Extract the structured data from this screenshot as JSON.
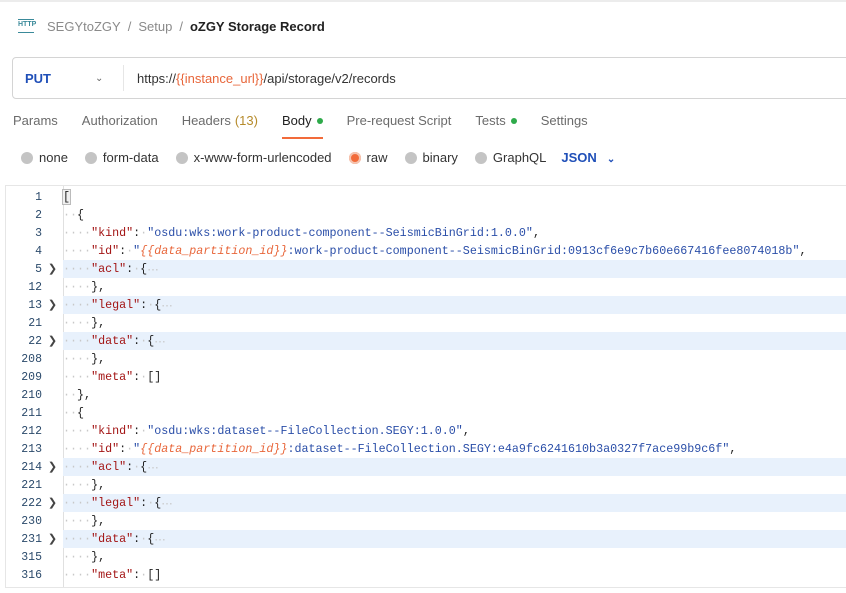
{
  "breadcrumb": {
    "icon": "http-icon",
    "icon_text": "HTTP",
    "items": [
      "SEGYtoZGY",
      "Setup"
    ],
    "current": "oZGY Storage Record",
    "separator": "/"
  },
  "request": {
    "method": "PUT",
    "url_prefix": "https://",
    "url_var": "{{instance_url}}",
    "url_suffix": "/api/storage/v2/records"
  },
  "tabs": [
    {
      "label": "Params"
    },
    {
      "label": "Authorization"
    },
    {
      "label": "Headers",
      "count": "(13)"
    },
    {
      "label": "Body",
      "dot": true,
      "active": true
    },
    {
      "label": "Pre-request Script"
    },
    {
      "label": "Tests",
      "dot": true
    },
    {
      "label": "Settings"
    }
  ],
  "body_types": [
    {
      "label": "none"
    },
    {
      "label": "form-data"
    },
    {
      "label": "x-www-form-urlencoded"
    },
    {
      "label": "raw",
      "selected": true
    },
    {
      "label": "binary"
    },
    {
      "label": "GraphQL"
    }
  ],
  "format": "JSON",
  "colors": {
    "accent": "#f26b3a",
    "method": "#1f4fb8",
    "key": "#a31515",
    "string": "#2a4ea8",
    "variable": "#e8663a",
    "dot": "#2eaa4a"
  },
  "code_lines": [
    {
      "n": "1",
      "i": 0,
      "t": [
        [
          "br1",
          "["
        ]
      ]
    },
    {
      "n": "2",
      "i": 1,
      "t": [
        [
          "p",
          "{"
        ]
      ]
    },
    {
      "n": "3",
      "i": 2,
      "t": [
        [
          "k",
          "\"kind\""
        ],
        [
          "p",
          ":"
        ],
        [
          "ws",
          "·"
        ],
        [
          "s",
          "\"osdu:wks:work-product-component--SeismicBinGrid:1.0.0\""
        ],
        [
          "p",
          ","
        ]
      ]
    },
    {
      "n": "4",
      "i": 2,
      "t": [
        [
          "k",
          "\"id\""
        ],
        [
          "p",
          ":"
        ],
        [
          "ws",
          "·"
        ],
        [
          "s",
          "\""
        ],
        [
          "v",
          "{{data_partition_id}}"
        ],
        [
          "s",
          ":work-product-component--SeismicBinGrid:0913cf6e9c7b60e667416fee8074018b\""
        ],
        [
          "p",
          ","
        ]
      ]
    },
    {
      "n": "5",
      "i": 2,
      "f": true,
      "t": [
        [
          "k",
          "\"acl\""
        ],
        [
          "p",
          ":"
        ],
        [
          "ws",
          "·"
        ],
        [
          "p",
          "{"
        ],
        [
          "ws",
          "⋯"
        ]
      ]
    },
    {
      "n": "12",
      "i": 2,
      "t": [
        [
          "p",
          "},"
        ]
      ]
    },
    {
      "n": "13",
      "i": 2,
      "f": true,
      "t": [
        [
          "k",
          "\"legal\""
        ],
        [
          "p",
          ":"
        ],
        [
          "ws",
          "·"
        ],
        [
          "p",
          "{"
        ],
        [
          "ws",
          "⋯"
        ]
      ]
    },
    {
      "n": "21",
      "i": 2,
      "t": [
        [
          "p",
          "},"
        ]
      ]
    },
    {
      "n": "22",
      "i": 2,
      "f": true,
      "t": [
        [
          "k",
          "\"data\""
        ],
        [
          "p",
          ":"
        ],
        [
          "ws",
          "·"
        ],
        [
          "p",
          "{"
        ],
        [
          "ws",
          "⋯"
        ]
      ]
    },
    {
      "n": "208",
      "i": 2,
      "t": [
        [
          "p",
          "},"
        ]
      ]
    },
    {
      "n": "209",
      "i": 2,
      "t": [
        [
          "k",
          "\"meta\""
        ],
        [
          "p",
          ":"
        ],
        [
          "ws",
          "·"
        ],
        [
          "p",
          "[]"
        ]
      ]
    },
    {
      "n": "210",
      "i": 1,
      "t": [
        [
          "p",
          "},"
        ]
      ]
    },
    {
      "n": "211",
      "i": 1,
      "t": [
        [
          "p",
          "{"
        ]
      ]
    },
    {
      "n": "212",
      "i": 2,
      "t": [
        [
          "k",
          "\"kind\""
        ],
        [
          "p",
          ":"
        ],
        [
          "ws",
          "·"
        ],
        [
          "s",
          "\"osdu:wks:dataset--FileCollection.SEGY:1.0.0\""
        ],
        [
          "p",
          ","
        ]
      ]
    },
    {
      "n": "213",
      "i": 2,
      "t": [
        [
          "k",
          "\"id\""
        ],
        [
          "p",
          ":"
        ],
        [
          "ws",
          "·"
        ],
        [
          "s",
          "\""
        ],
        [
          "v",
          "{{data_partition_id}}"
        ],
        [
          "s",
          ":dataset--FileCollection.SEGY:e4a9fc6241610b3a0327f7ace99b9c6f\""
        ],
        [
          "p",
          ","
        ]
      ]
    },
    {
      "n": "214",
      "i": 2,
      "f": true,
      "t": [
        [
          "k",
          "\"acl\""
        ],
        [
          "p",
          ":"
        ],
        [
          "ws",
          "·"
        ],
        [
          "p",
          "{"
        ],
        [
          "ws",
          "⋯"
        ]
      ]
    },
    {
      "n": "221",
      "i": 2,
      "t": [
        [
          "p",
          "},"
        ]
      ]
    },
    {
      "n": "222",
      "i": 2,
      "f": true,
      "t": [
        [
          "k",
          "\"legal\""
        ],
        [
          "p",
          ":"
        ],
        [
          "ws",
          "·"
        ],
        [
          "p",
          "{"
        ],
        [
          "ws",
          "⋯"
        ]
      ]
    },
    {
      "n": "230",
      "i": 2,
      "t": [
        [
          "p",
          "},"
        ]
      ]
    },
    {
      "n": "231",
      "i": 2,
      "f": true,
      "t": [
        [
          "k",
          "\"data\""
        ],
        [
          "p",
          ":"
        ],
        [
          "ws",
          "·"
        ],
        [
          "p",
          "{"
        ],
        [
          "ws",
          "⋯"
        ]
      ]
    },
    {
      "n": "315",
      "i": 2,
      "t": [
        [
          "p",
          "},"
        ]
      ]
    },
    {
      "n": "316",
      "i": 2,
      "t": [
        [
          "k",
          "\"meta\""
        ],
        [
          "p",
          ":"
        ],
        [
          "ws",
          "·"
        ],
        [
          "p",
          "[]"
        ]
      ]
    }
  ]
}
